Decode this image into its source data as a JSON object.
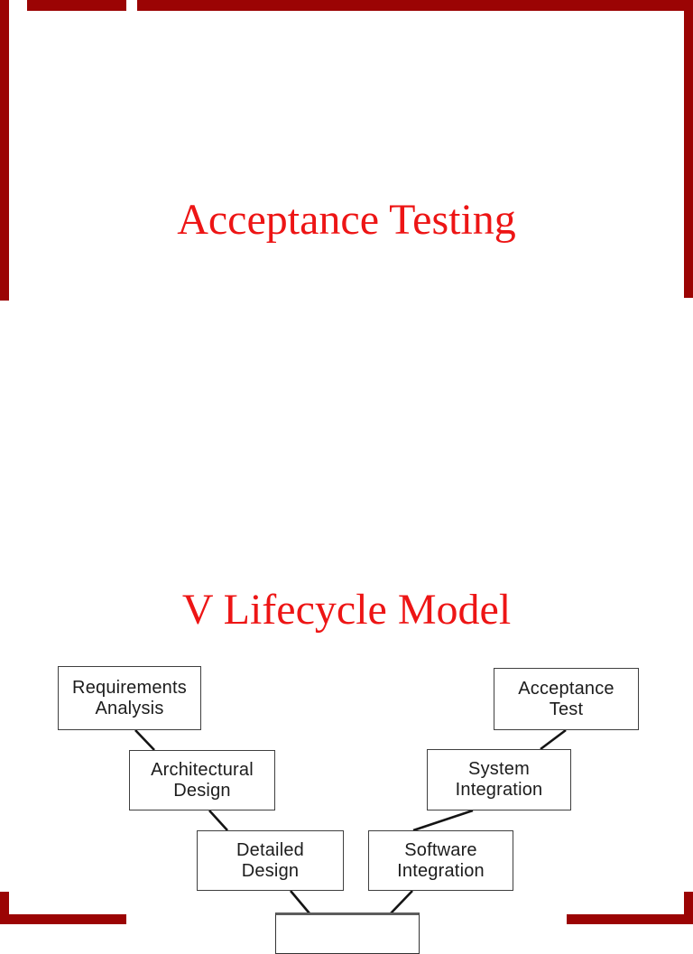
{
  "viewer": {
    "edge_color": "#9b0404"
  },
  "slide_top": {
    "title": "Acceptance Testing",
    "title_color": "#ed1515"
  },
  "slide_v": {
    "title": "V Lifecycle Model",
    "title_color": "#ed1515",
    "diagram": {
      "box_border_color": "#3f3f3f",
      "box_text_color": "#1c1c1c",
      "boxes": [
        {
          "line1": "Requirements",
          "line2": "Analysis"
        },
        {
          "line1": "Architectural",
          "line2": "Design"
        },
        {
          "line1": "Detailed",
          "line2": "Design"
        },
        {
          "line1": "Software",
          "line2": "Integration"
        },
        {
          "line1": "System",
          "line2": "Integration"
        },
        {
          "line1": "Acceptance",
          "line2": "Test"
        }
      ]
    }
  }
}
